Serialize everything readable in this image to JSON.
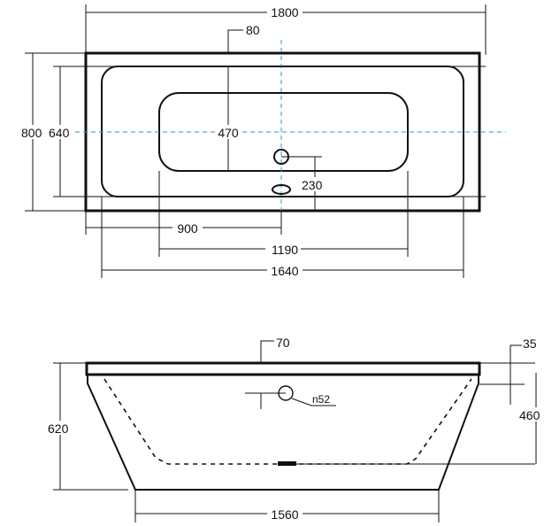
{
  "top_view": {
    "overall_length": "1800",
    "rim_width": "80",
    "overall_width": "800",
    "inner_width": "640",
    "floor_width": "470",
    "drain_offset": "230",
    "drain_position": "900",
    "floor_length": "1190",
    "inner_length": "1640"
  },
  "side_view": {
    "rim_height": "70",
    "overflow_offset": "35",
    "overflow_diameter": "n52",
    "total_height": "620",
    "inner_depth": "460",
    "base_length": "1560"
  },
  "colors": {
    "axis": "#2a9fc0",
    "lines": "#111111"
  }
}
